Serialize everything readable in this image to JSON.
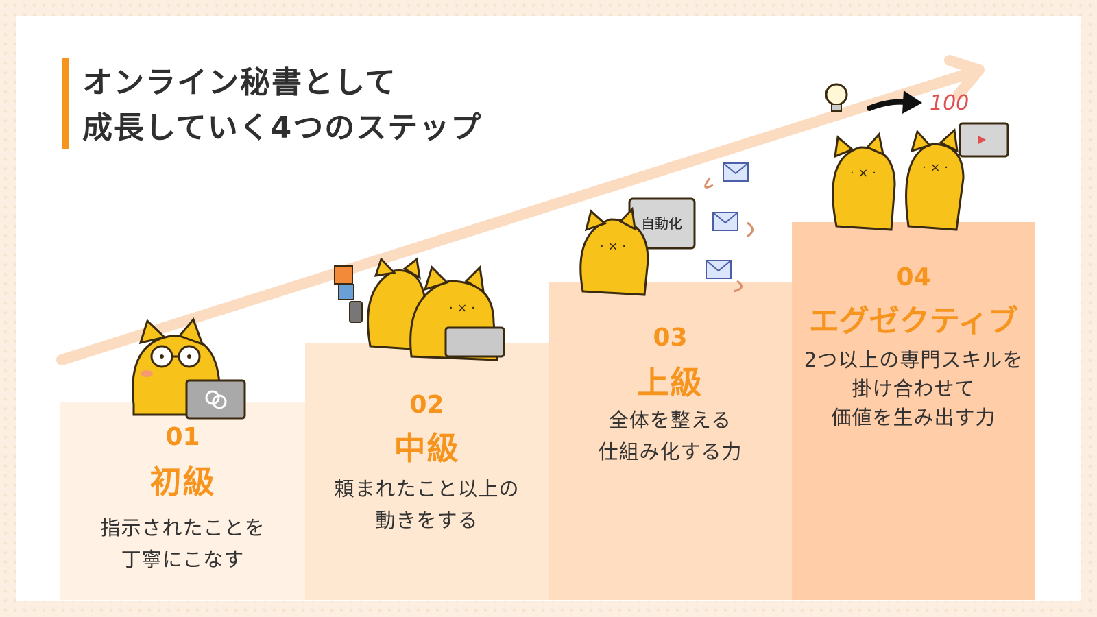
{
  "title": {
    "line1": "オンライン秘書として",
    "line2": "成長していく4つのステップ"
  },
  "steps": [
    {
      "number": "01",
      "name": "初級",
      "desc": [
        "指示されたことを",
        "丁寧にこなす"
      ]
    },
    {
      "number": "02",
      "name": "中級",
      "desc": [
        "頼まれたこと以上の",
        "動きをする"
      ]
    },
    {
      "number": "03",
      "name": "上級",
      "desc": [
        "全体を整える",
        "仕組み化する力"
      ]
    },
    {
      "number": "04",
      "name": "エグゼクティブ",
      "desc": [
        "2つ以上の専門スキルを",
        "掛け合わせて",
        "価値を生み出す力"
      ]
    }
  ],
  "illustrations": {
    "laptop_sign": "自動化",
    "score_mark": "100"
  },
  "colors": {
    "accent": "#f7941d",
    "step1_bg": "#fff1e3",
    "step2_bg": "#ffe8d2",
    "step3_bg": "#ffddc0",
    "step4_bg": "#ffcda7",
    "arrow": "#fcd9bd",
    "cat": "#f7c31b"
  }
}
